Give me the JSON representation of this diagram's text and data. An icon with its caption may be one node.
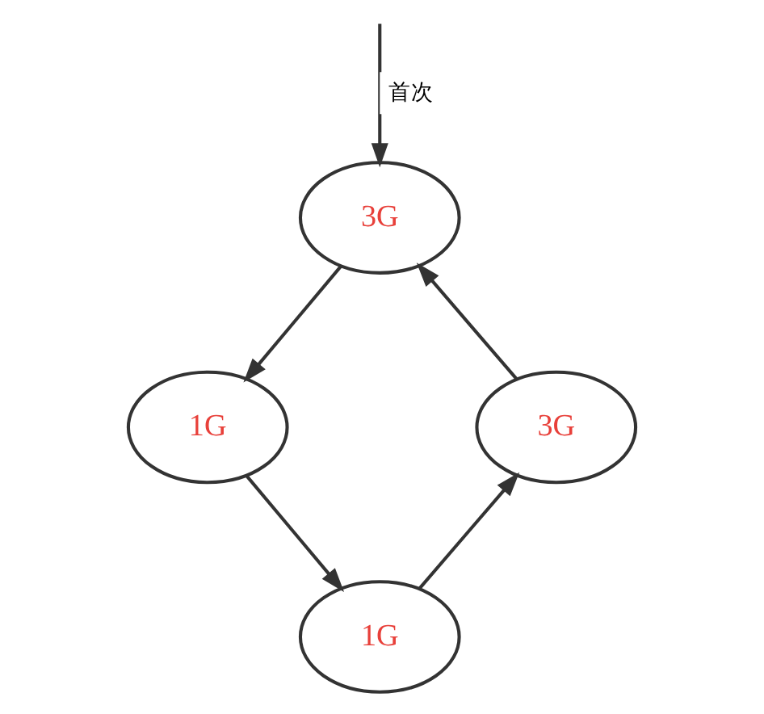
{
  "diagram": {
    "nodes": [
      {
        "text": [
          "3G"
        ]
      },
      {
        "text": [
          "1G"
        ]
      },
      {
        "text": [
          "1G"
        ]
      },
      {
        "text": [
          "3G"
        ]
      }
    ],
    "edges": [
      {
        "from": null,
        "to": 0,
        "arrow": "to",
        "label": "首次"
      },
      {
        "from": 0,
        "to": 1,
        "arrow": "to"
      },
      {
        "from": 1,
        "to": 2,
        "arrow": "to"
      },
      {
        "from": 2,
        "to": 3,
        "arrow": "to"
      },
      {
        "from": 3,
        "to": 0,
        "arrow": "to"
      }
    ]
  }
}
